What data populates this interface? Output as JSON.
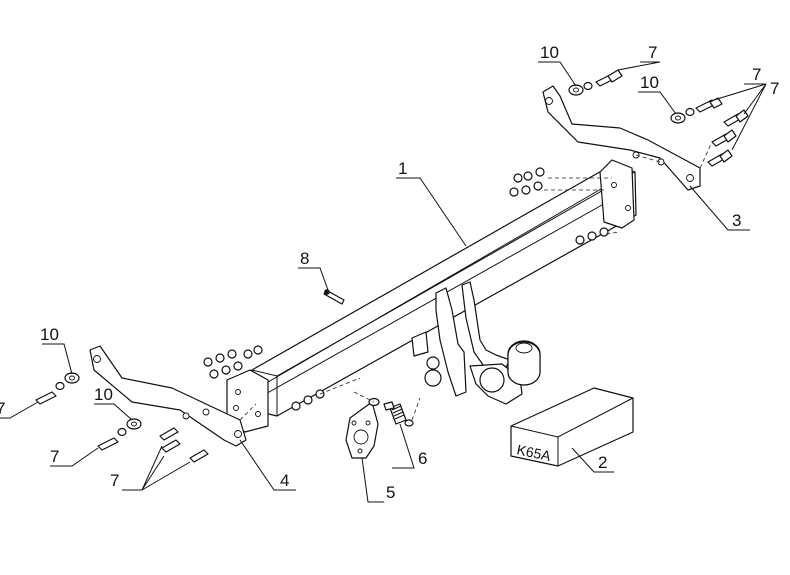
{
  "diagram": {
    "callouts": {
      "crossbar": "1",
      "kit_box": "2",
      "right_bracket": "3",
      "left_bracket": "4",
      "socket_plate": "5",
      "spring_bolt": "6",
      "bolt": "7",
      "pin": "8",
      "washer": "10"
    },
    "box_label": "K65A"
  }
}
